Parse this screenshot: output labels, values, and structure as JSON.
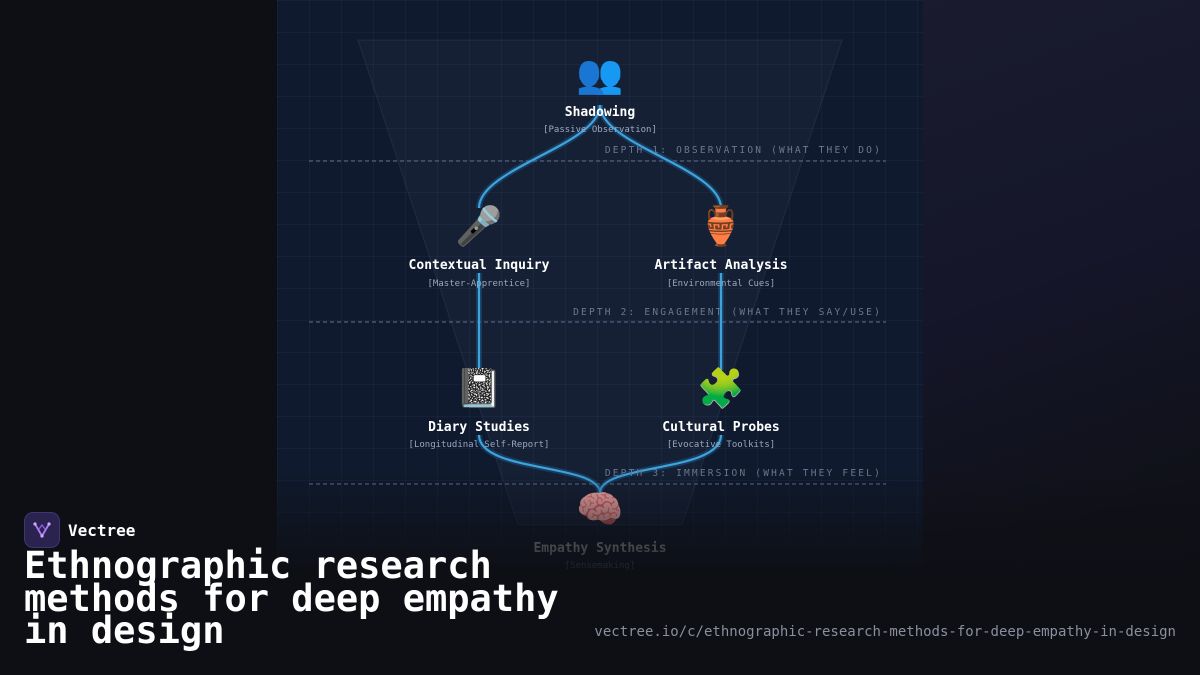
{
  "diagram": {
    "nodes": [
      {
        "id": "shadowing",
        "icon": "👥",
        "icon_name": "people-icon",
        "label": "Shadowing",
        "sub": "[Passive Observation]"
      },
      {
        "id": "contextual",
        "icon": "🎤",
        "icon_name": "microphone-icon",
        "label": "Contextual Inquiry",
        "sub": "[Master-Apprentice]"
      },
      {
        "id": "artifact",
        "icon": "🏺",
        "icon_name": "amphora-icon",
        "label": "Artifact Analysis",
        "sub": "[Environmental Cues]"
      },
      {
        "id": "diary",
        "icon": "📓",
        "icon_name": "notebook-icon",
        "label": "Diary Studies",
        "sub": "[Longitudinal Self-Report]"
      },
      {
        "id": "probes",
        "icon": "🧩",
        "icon_name": "puzzle-piece-icon",
        "label": "Cultural Probes",
        "sub": "[Evocative Toolkits]"
      },
      {
        "id": "synthesis",
        "icon": "🧠",
        "icon_name": "brain-icon",
        "label": "Empathy Synthesis",
        "sub": "[Sensemaking]"
      }
    ],
    "edges": [
      [
        "shadowing",
        "contextual"
      ],
      [
        "shadowing",
        "artifact"
      ],
      [
        "contextual",
        "diary"
      ],
      [
        "artifact",
        "probes"
      ],
      [
        "diary",
        "synthesis"
      ],
      [
        "probes",
        "synthesis"
      ]
    ],
    "depths": [
      "DEPTH 1: OBSERVATION (WHAT THEY DO)",
      "DEPTH 2: ENGAGEMENT (WHAT THEY SAY/USE)",
      "DEPTH 3: IMMERSION (WHAT THEY FEEL)"
    ],
    "colors": {
      "edge": "#3fa3dc",
      "edge_glow": "#1e6fa8",
      "divider": "#4a5670"
    }
  },
  "brand": {
    "name": "Vectree",
    "logo_icon": "vectree-logo-icon"
  },
  "title": "Ethnographic research methods for deep empathy in design",
  "url": "vectree.io/c/ethnographic-research-methods-for-deep-empathy-in-design"
}
